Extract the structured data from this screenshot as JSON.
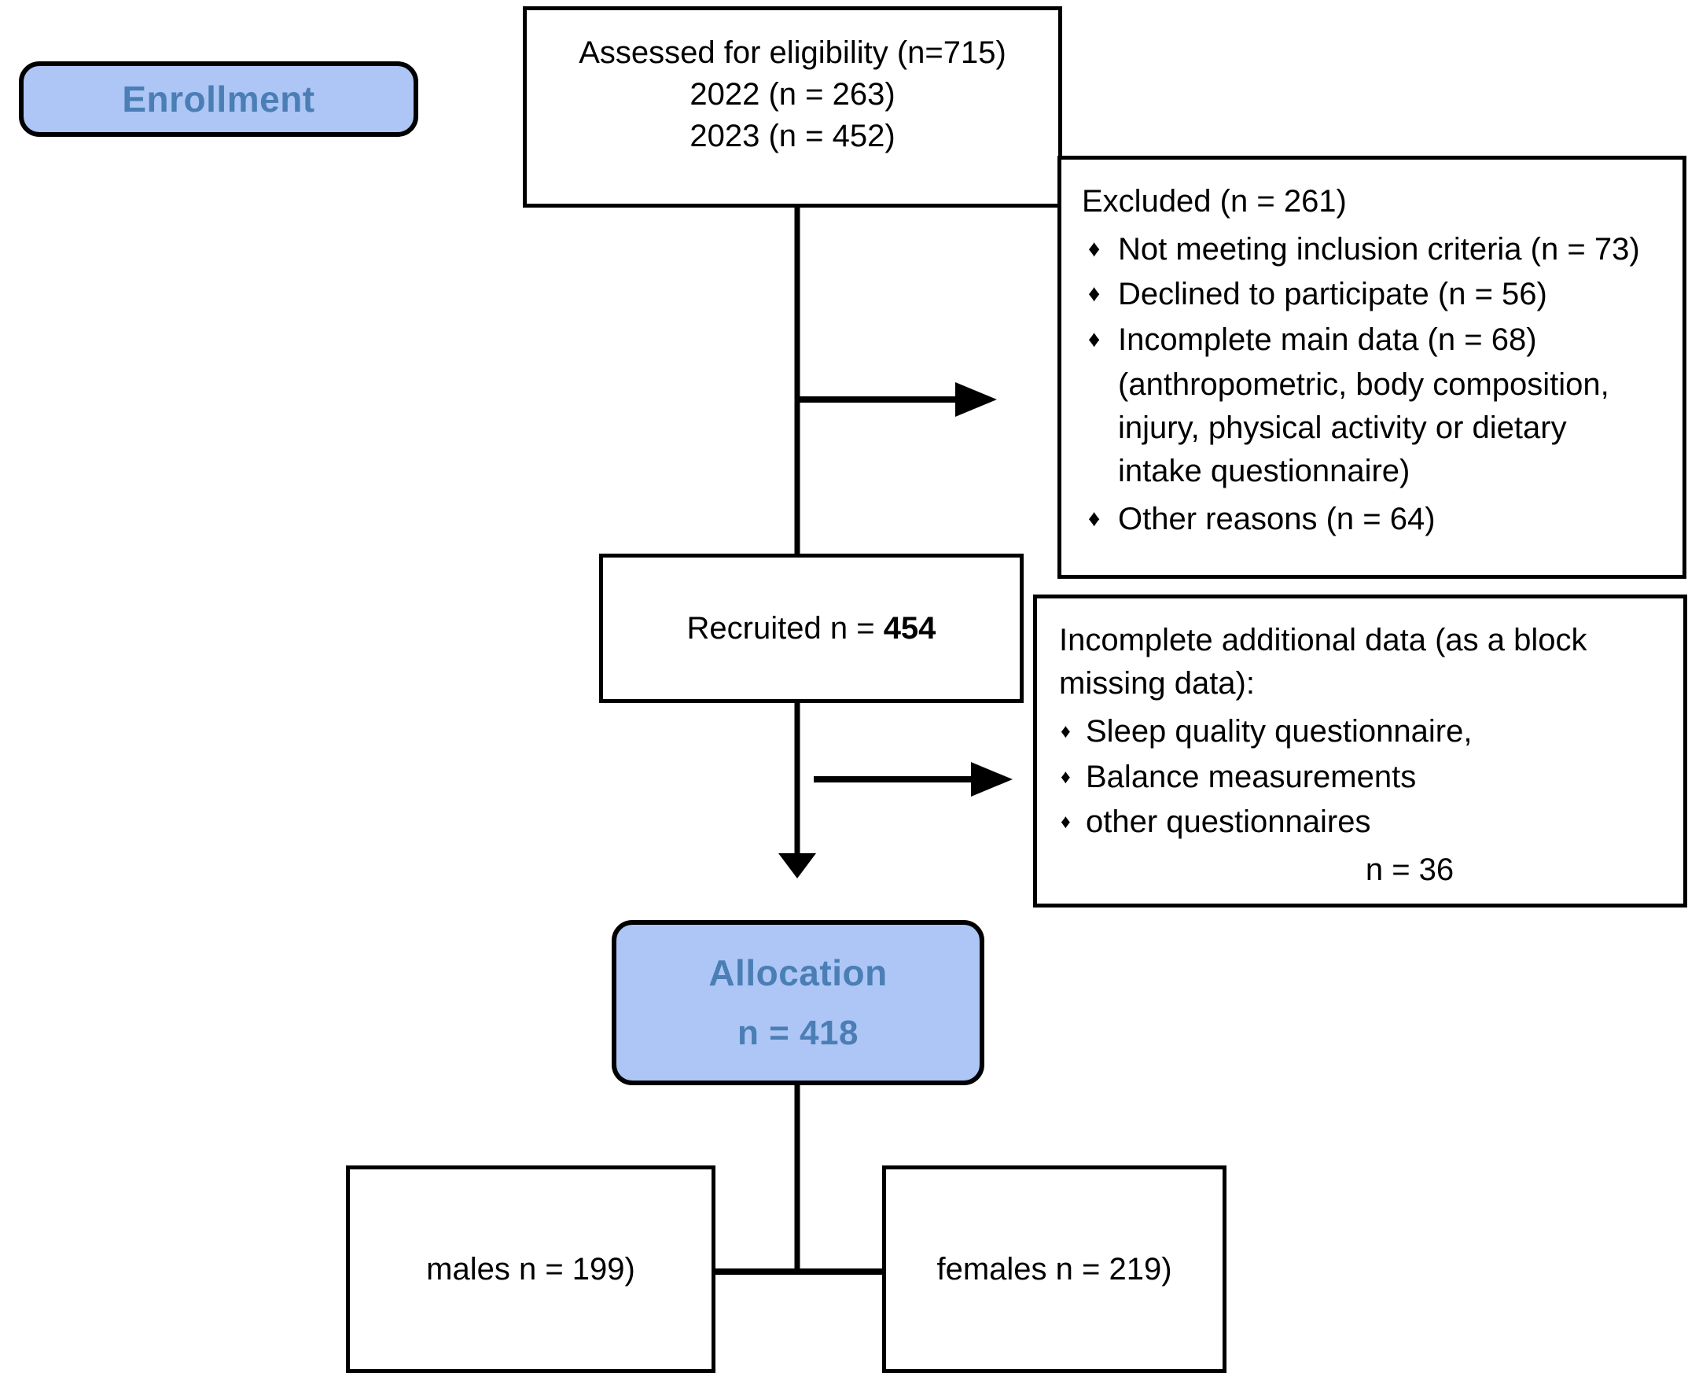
{
  "diagram": {
    "title": "CONSORT participant flow diagram",
    "colors": {
      "stage_fill": "#adc6f5",
      "stage_text": "#4a7eb5",
      "box_border": "#000000",
      "box_fill": "#ffffff",
      "text": "#000000"
    }
  },
  "stages": {
    "enrollment": {
      "label": "Enrollment"
    },
    "allocation": {
      "label": "Allocation",
      "count_label": "n = 418"
    }
  },
  "boxes": {
    "eligibility": {
      "line1": "Assessed for eligibility (n=715)",
      "line2": "2022 (n = 263)",
      "line3": "2023 (n = 452)"
    },
    "excluded": {
      "heading": "Excluded  (n = 261)",
      "bullets": [
        "Not meeting inclusion criteria (n = 73)",
        "Declined to participate (n = 56)",
        "Incomplete main data (n = 68)"
      ],
      "continuation": [
        "(anthropometric, body composition,",
        "injury, physical activity or dietary",
        "intake questionnaire)"
      ],
      "last_bullet": "Other reasons (n = 64)"
    },
    "recruited": {
      "prefix": "Recruited n = ",
      "count": "454"
    },
    "incomplete_additional": {
      "heading_line1": "Incomplete additional data (as a block",
      "heading_line2": "missing data):",
      "bullets": [
        "Sleep quality questionnaire,",
        "Balance measurements",
        "other questionnaires"
      ],
      "total": "n = 36"
    },
    "males": {
      "label": "males n = 199)"
    },
    "females": {
      "label": "females n = 219)"
    }
  },
  "icons": {
    "bullet": "♦"
  }
}
